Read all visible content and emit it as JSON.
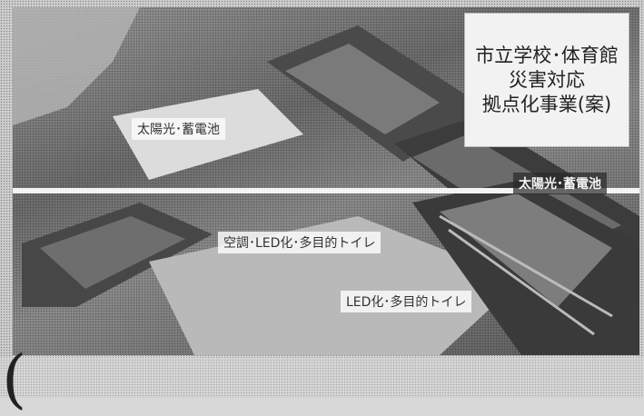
{
  "title": {
    "line1": "市立学校･体育館",
    "line2": "災害対応",
    "line3": "拠点化事業(案)"
  },
  "labels": {
    "solar_left": "太陽光･蓄電池",
    "solar_right": "太陽光･蓄電池",
    "hvac": "空調･LED化･多目的トイレ",
    "led": "LED化･多目的トイレ"
  }
}
